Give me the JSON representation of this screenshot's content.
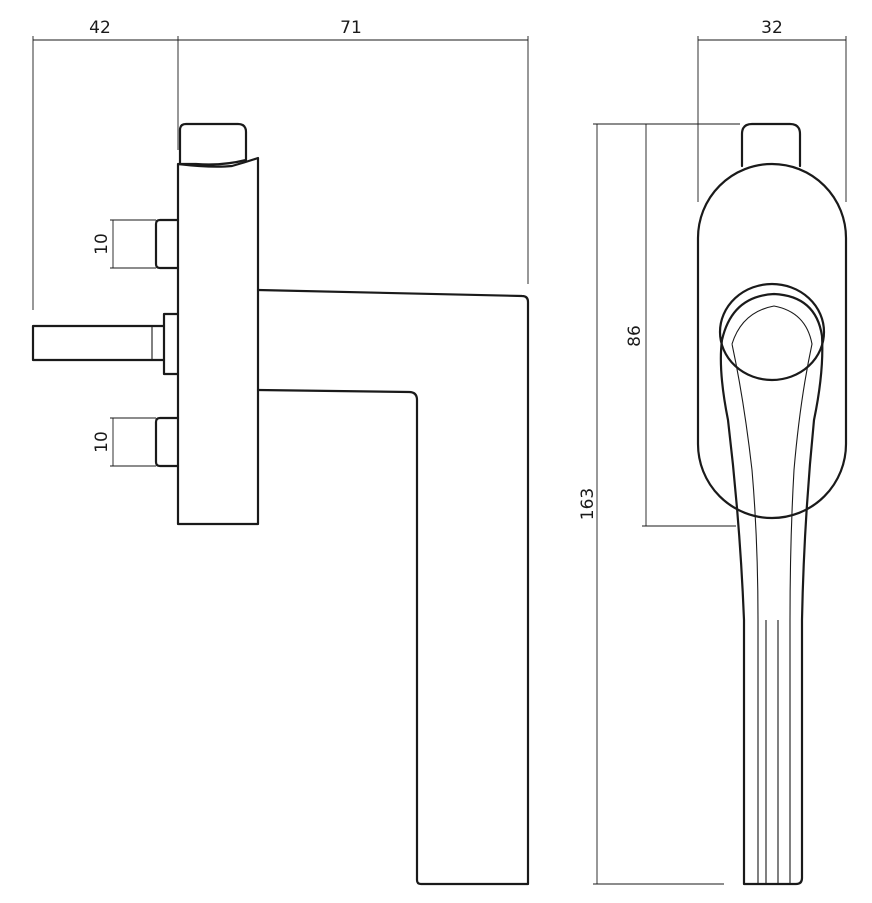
{
  "diagram": {
    "dimensions": {
      "spindle_length": "42",
      "side_depth": "71",
      "screw_top_height": "10",
      "screw_bottom_height": "10",
      "front_width": "32",
      "rose_height": "86",
      "total_height": "163"
    }
  }
}
